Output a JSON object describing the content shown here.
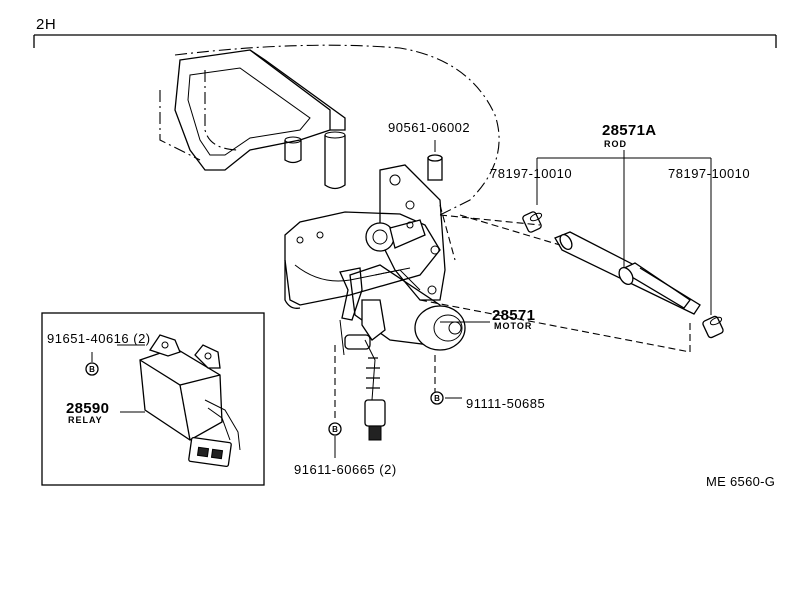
{
  "header": {
    "section_code": "2H"
  },
  "parts": {
    "p1": {
      "number": "90561-06002"
    },
    "p2": {
      "number": "28571A",
      "name": "ROD"
    },
    "p3": {
      "number": "78197-10010"
    },
    "p4": {
      "number": "78197-10010"
    },
    "p5": {
      "number": "28571",
      "name": "MOTOR"
    },
    "p6": {
      "number": "91111-50685"
    },
    "p7": {
      "number": "91611-60665 (2)"
    },
    "p8": {
      "number": "91651-40616 (2)"
    },
    "p9": {
      "number": "28590",
      "name": "RELAY"
    }
  },
  "bolt_marker": "B",
  "footer": {
    "reference": "ME 6560-G"
  }
}
